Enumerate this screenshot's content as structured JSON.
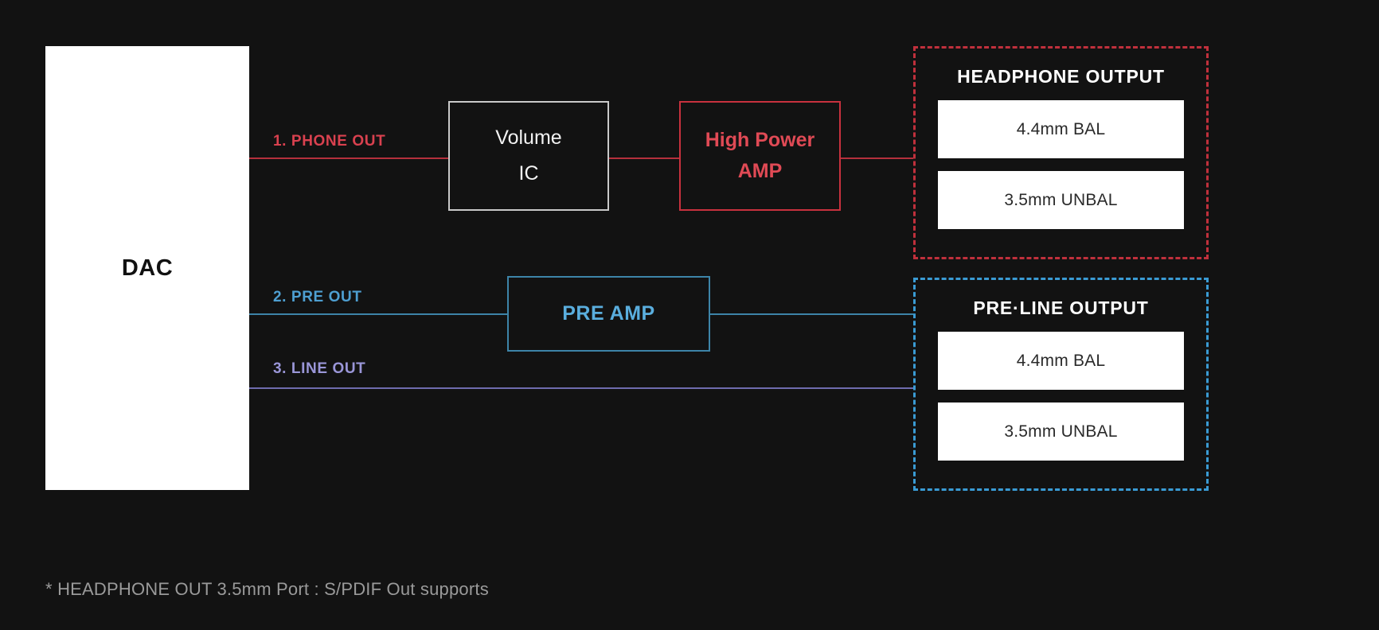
{
  "diagram": {
    "background_color": "#121212",
    "source_block": {
      "label": "DAC"
    },
    "paths": [
      {
        "id": "phone-out",
        "label": "1. PHONE OUT",
        "color": "#d9414f"
      },
      {
        "id": "pre-out",
        "label": "2. PRE OUT",
        "color": "#4e9fd1"
      },
      {
        "id": "line-out",
        "label": "3. LINE OUT",
        "color": "#9a96d8"
      }
    ],
    "stages": [
      {
        "id": "volume-ic",
        "lines": [
          "Volume",
          "IC"
        ],
        "border_color": "#c9c9c9",
        "text_color": "#f2f2f2"
      },
      {
        "id": "high-power-amp",
        "lines": [
          "High Power",
          "AMP"
        ],
        "border_color": "#c8313e",
        "text_color": "#e04a55"
      },
      {
        "id": "pre-amp",
        "lines": [
          "PRE AMP"
        ],
        "border_color": "#3d84a8",
        "text_color": "#5aaede"
      }
    ],
    "output_groups": [
      {
        "id": "headphone-output",
        "title": "HEADPHONE OUTPUT",
        "border_color": "#c0303c",
        "ports": [
          {
            "label": "4.4mm BAL"
          },
          {
            "label": "3.5mm UNBAL"
          }
        ]
      },
      {
        "id": "pre-line-output",
        "title": "PRE·LINE OUTPUT",
        "border_color": "#3a9bd4",
        "ports": [
          {
            "label": "4.4mm BAL"
          },
          {
            "label": "3.5mm UNBAL"
          }
        ]
      }
    ],
    "footnote": "* HEADPHONE OUT 3.5mm Port : S/PDIF Out supports"
  }
}
